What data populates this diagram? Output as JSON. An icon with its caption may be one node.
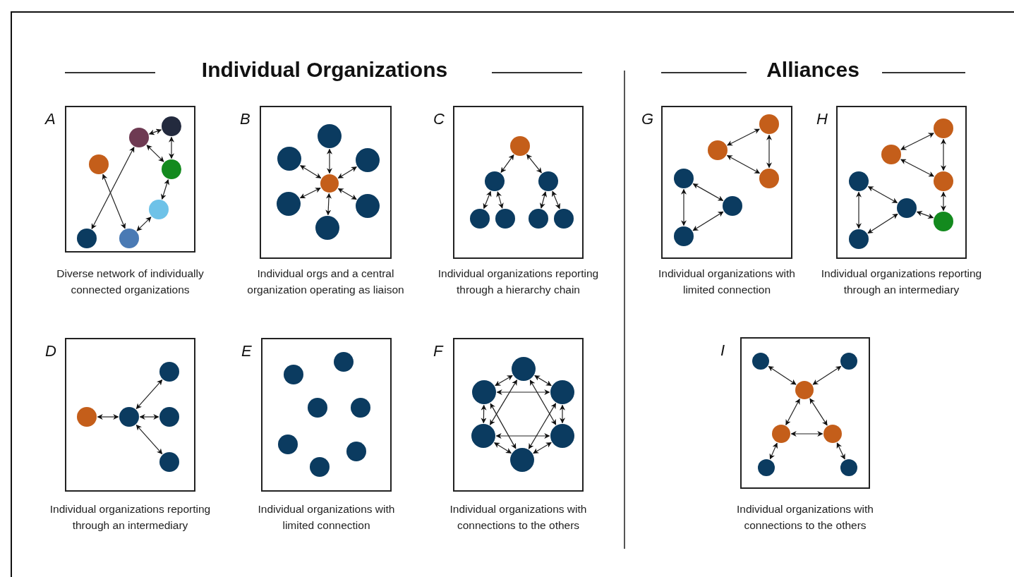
{
  "diagram": {
    "nodes": [
      {
        "text": [
          "A"
        ],
        "beside": [
          "Diverse network of individually connected organizations"
        ]
      },
      {
        "text": [],
        "shape": "circle",
        "in": 0
      },
      {
        "text": [],
        "shape": "circle",
        "in": 0
      },
      {
        "text": [],
        "shape": "circle",
        "in": 0
      },
      {
        "text": [],
        "shape": "circle",
        "in": 0
      },
      {
        "text": [],
        "shape": "circle",
        "in": 0
      },
      {
        "text": [],
        "shape": "circle",
        "in": 0
      },
      {
        "text": [],
        "shape": "circle",
        "in": 0
      },
      {
        "text": [
          "B"
        ],
        "beside": [
          "Individual orgs and a central organization operating as liaison"
        ]
      },
      {
        "text": [],
        "shape": "circle",
        "in": 8
      },
      {
        "text": [],
        "shape": "circle",
        "in": 8
      },
      {
        "text": [],
        "shape": "circle",
        "in": 8
      },
      {
        "text": [],
        "shape": "circle",
        "in": 8
      },
      {
        "text": [],
        "shape": "circle",
        "in": 8
      },
      {
        "text": [],
        "shape": "circle",
        "in": 8
      },
      {
        "text": [],
        "shape": "circle",
        "in": 8
      },
      {
        "text": [
          "C"
        ],
        "beside": [
          "Individual organizations reporting through a hierarchy chain"
        ]
      },
      {
        "text": [],
        "shape": "circle",
        "in": 16
      },
      {
        "text": [],
        "shape": "circle",
        "in": 16
      },
      {
        "text": [],
        "shape": "circle",
        "in": 16
      },
      {
        "text": [],
        "shape": "circle",
        "in": 16
      },
      {
        "text": [],
        "shape": "circle",
        "in": 16
      },
      {
        "text": [],
        "shape": "circle",
        "in": 16
      },
      {
        "text": [],
        "shape": "circle",
        "in": 16
      },
      {
        "text": [
          "G"
        ],
        "beside": [
          "Individual organizations with limited connection"
        ]
      },
      {
        "text": [],
        "shape": "circle",
        "in": 24
      },
      {
        "text": [],
        "shape": "circle",
        "in": 24
      },
      {
        "text": [],
        "shape": "circle",
        "in": 24
      },
      {
        "text": [],
        "shape": "circle",
        "in": 24
      },
      {
        "text": [],
        "shape": "circle",
        "in": 24
      },
      {
        "text": [],
        "shape": "circle",
        "in": 24
      },
      {
        "text": [
          "H"
        ],
        "beside": [
          "Individual organizations reporting through an intermediary"
        ]
      },
      {
        "text": [],
        "shape": "circle",
        "in": 31
      },
      {
        "text": [],
        "shape": "circle",
        "in": 31
      },
      {
        "text": [],
        "shape": "circle",
        "in": 31
      },
      {
        "text": [],
        "shape": "circle",
        "in": 31
      },
      {
        "text": [],
        "shape": "circle",
        "in": 31
      },
      {
        "text": [],
        "shape": "circle",
        "in": 31
      },
      {
        "text": [],
        "shape": "circle",
        "in": 31
      },
      {
        "text": [
          "D"
        ],
        "beside": [
          "Individual organizations reporting through an intermediary"
        ]
      },
      {
        "text": [],
        "shape": "circle",
        "in": 39
      },
      {
        "text": [],
        "shape": "circle",
        "in": 39
      },
      {
        "text": [],
        "shape": "circle",
        "in": 39
      },
      {
        "text": [],
        "shape": "circle",
        "in": 39
      },
      {
        "text": [],
        "shape": "circle",
        "in": 39
      },
      {
        "text": [
          "E"
        ],
        "beside": [
          "Individual organizations with limited connection"
        ]
      },
      {
        "text": [],
        "shape": "circle",
        "in": 45
      },
      {
        "text": [],
        "shape": "circle",
        "in": 45
      },
      {
        "text": [],
        "shape": "circle",
        "in": 45
      },
      {
        "text": [],
        "shape": "circle",
        "in": 45
      },
      {
        "text": [],
        "shape": "circle",
        "in": 45
      },
      {
        "text": [],
        "shape": "circle",
        "in": 45
      },
      {
        "text": [],
        "shape": "circle",
        "in": 45
      },
      {
        "text": [
          "F"
        ],
        "beside": [
          "Individual organizations with connections to the others"
        ]
      },
      {
        "text": [],
        "shape": "circle",
        "in": 53
      },
      {
        "text": [],
        "shape": "circle",
        "in": 53
      },
      {
        "text": [],
        "shape": "circle",
        "in": 53
      },
      {
        "text": [],
        "shape": "circle",
        "in": 53
      },
      {
        "text": [],
        "shape": "circle",
        "in": 53
      },
      {
        "text": [],
        "shape": "circle",
        "in": 53
      },
      {
        "text": [
          "I"
        ],
        "beside": [
          "Individual organizations with connections to the others"
        ]
      },
      {
        "text": [],
        "shape": "circle",
        "in": 60
      },
      {
        "text": [],
        "shape": "circle",
        "in": 60
      },
      {
        "text": [],
        "shape": "circle",
        "in": 60
      },
      {
        "text": [],
        "shape": "circle",
        "in": 60
      },
      {
        "text": [],
        "shape": "circle",
        "in": 60
      },
      {
        "text": [],
        "shape": "circle",
        "in": 60
      },
      {
        "text": [],
        "shape": "circle",
        "in": 60
      }
    ],
    "edges": [
      {
        "from": 2,
        "to": 1,
        "arrow": "both"
      },
      {
        "from": 1,
        "to": 4,
        "arrow": "both"
      },
      {
        "from": 2,
        "to": 4,
        "arrow": "both"
      },
      {
        "from": 4,
        "to": 5,
        "arrow": "both"
      },
      {
        "from": 5,
        "to": 6,
        "arrow": "both"
      },
      {
        "from": 3,
        "to": 6,
        "arrow": "both"
      },
      {
        "from": 2,
        "to": 7,
        "arrow": "both"
      },
      {
        "from": 12,
        "to": 9,
        "arrow": "both"
      },
      {
        "from": 12,
        "to": 10,
        "arrow": "both"
      },
      {
        "from": 12,
        "to": 11,
        "arrow": "both"
      },
      {
        "from": 12,
        "to": 13,
        "arrow": "both"
      },
      {
        "from": 12,
        "to": 14,
        "arrow": "both"
      },
      {
        "from": 12,
        "to": 15,
        "arrow": "both"
      },
      {
        "from": 17,
        "to": 18,
        "arrow": "both"
      },
      {
        "from": 17,
        "to": 19,
        "arrow": "both"
      },
      {
        "from": 18,
        "to": 20,
        "arrow": "both"
      },
      {
        "from": 18,
        "to": 21,
        "arrow": "both"
      },
      {
        "from": 19,
        "to": 22,
        "arrow": "both"
      },
      {
        "from": 19,
        "to": 23,
        "arrow": "both"
      },
      {
        "from": 25,
        "to": 26,
        "arrow": "both"
      },
      {
        "from": 25,
        "to": 27,
        "arrow": "both"
      },
      {
        "from": 26,
        "to": 27,
        "arrow": "both"
      },
      {
        "from": 28,
        "to": 29,
        "arrow": "both"
      },
      {
        "from": 28,
        "to": 30,
        "arrow": "both"
      },
      {
        "from": 29,
        "to": 30,
        "arrow": "both"
      },
      {
        "from": 32,
        "to": 33,
        "arrow": "both"
      },
      {
        "from": 32,
        "to": 34,
        "arrow": "both"
      },
      {
        "from": 33,
        "to": 34,
        "arrow": "both"
      },
      {
        "from": 35,
        "to": 36,
        "arrow": "both"
      },
      {
        "from": 35,
        "to": 38,
        "arrow": "both"
      },
      {
        "from": 36,
        "to": 38,
        "arrow": "both"
      },
      {
        "from": 36,
        "to": 37,
        "arrow": "both"
      },
      {
        "from": 34,
        "to": 37,
        "arrow": "both"
      },
      {
        "from": 41,
        "to": 42,
        "arrow": "both"
      },
      {
        "from": 42,
        "to": 40,
        "arrow": "both"
      },
      {
        "from": 42,
        "to": 43,
        "arrow": "both"
      },
      {
        "from": 42,
        "to": 44,
        "arrow": "both"
      },
      {
        "from": 54,
        "to": 55,
        "arrow": "both"
      },
      {
        "from": 54,
        "to": 56,
        "arrow": "both"
      },
      {
        "from": 56,
        "to": 58,
        "arrow": "both"
      },
      {
        "from": 58,
        "to": 59,
        "arrow": "both"
      },
      {
        "from": 59,
        "to": 57,
        "arrow": "both"
      },
      {
        "from": 57,
        "to": 55,
        "arrow": "both"
      },
      {
        "from": 55,
        "to": 56,
        "arrow": "both"
      },
      {
        "from": 57,
        "to": 58,
        "arrow": "both"
      },
      {
        "from": 54,
        "to": 57,
        "arrow": "both"
      },
      {
        "from": 54,
        "to": 58,
        "arrow": "both"
      },
      {
        "from": 55,
        "to": 59,
        "arrow": "both"
      },
      {
        "from": 56,
        "to": 59,
        "arrow": "both"
      },
      {
        "from": 61,
        "to": 63,
        "arrow": "both"
      },
      {
        "from": 62,
        "to": 63,
        "arrow": "both"
      },
      {
        "from": 63,
        "to": 64,
        "arrow": "both"
      },
      {
        "from": 63,
        "to": 65,
        "arrow": "both"
      },
      {
        "from": 64,
        "to": 65,
        "arrow": "both"
      },
      {
        "from": 64,
        "to": 66,
        "arrow": "both"
      },
      {
        "from": 65,
        "to": 67,
        "arrow": "both"
      }
    ],
    "labels": [
      "Individual Organizations",
      "Alliances"
    ]
  }
}
